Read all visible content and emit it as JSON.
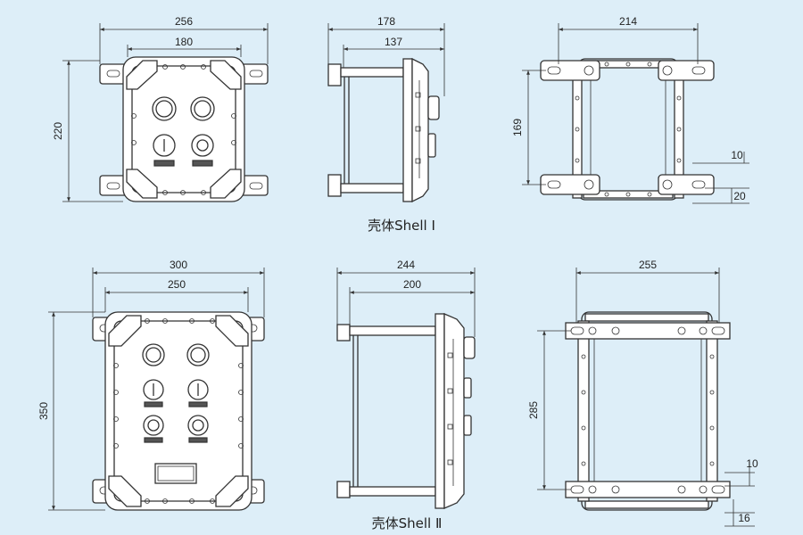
{
  "shell1": {
    "caption": "壳体Shell Ⅰ",
    "front": {
      "width_outer": "256",
      "width_inner": "180",
      "height": "220"
    },
    "side": {
      "depth_outer": "178",
      "depth_inner": "137"
    },
    "mount": {
      "width": "214",
      "height": "169",
      "slot_width": "10",
      "slot_offset": "20"
    }
  },
  "shell2": {
    "caption": "壳体Shell Ⅱ",
    "front": {
      "width_outer": "300",
      "width_inner": "250",
      "height": "350"
    },
    "side": {
      "depth_outer": "244",
      "depth_inner": "200"
    },
    "mount": {
      "width": "255",
      "height": "285",
      "slot_width": "10",
      "slot_offset": "16"
    }
  },
  "colors": {
    "background": "#ddeef8",
    "line": "#333333",
    "body": "#ffffff"
  }
}
